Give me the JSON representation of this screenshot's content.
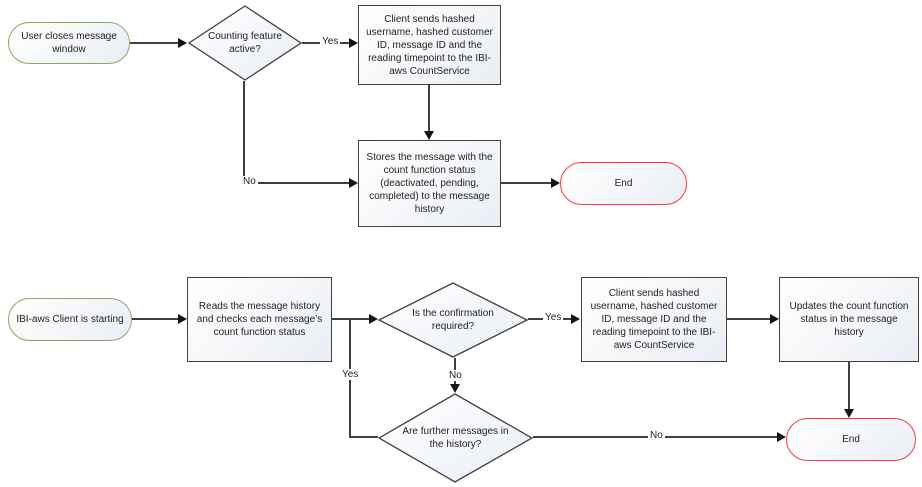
{
  "colors": {
    "start_border": "#86aa5e",
    "end_border": "#fa3a3a",
    "process_border": "#404040",
    "connector_line": "#3f3f3f",
    "arrowhead": "#141414",
    "node_fill_top": "#ffffff",
    "node_fill_bottom": "#e9eef5"
  },
  "top_flow": {
    "start": "User closes message window",
    "decision": "Counting feature active?",
    "decision_yes": "Yes",
    "decision_no": "No",
    "process_send": "Client sends hashed username, hashed customer ID, message ID and the reading timepoint to the IBI-aws CountService",
    "process_store": "Stores the message with the count function status (deactivated, pending, completed) to the message history",
    "end": "End"
  },
  "bottom_flow": {
    "start": "IBI-aws Client is starting",
    "process_read": "Reads the message history and checks each message’s count function status",
    "decision_confirm": "Is the confirmation required?",
    "confirm_yes": "Yes",
    "confirm_no": "No",
    "process_send": "Client sends hashed username, hashed customer ID, message ID and the reading timepoint to the IBI-aws CountService",
    "process_update": "Updates the count function status in the message history",
    "decision_further": "Are further messages in the history?",
    "further_yes": "Yes",
    "further_no": "No",
    "end": "End"
  }
}
